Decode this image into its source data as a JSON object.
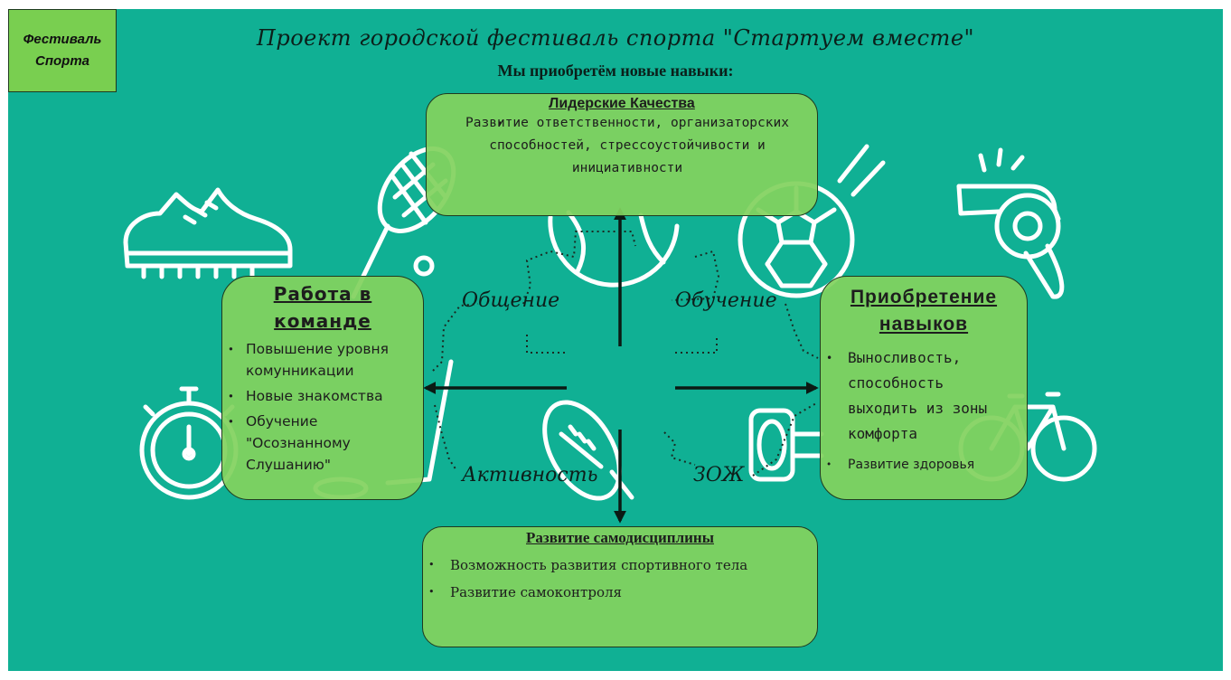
{
  "title": "Проект городской фестиваль спорта \"Стартуем вместе\"",
  "subtitle": "Мы приобретём новые навыки:",
  "center": {
    "line1": "Фестиваль",
    "line2": "Спорта"
  },
  "boxes": {
    "top": {
      "title": "Лидерские Качества",
      "items": [
        "Развитие ответственности, организаторских способностей, стрессоустойчивости и инициативности"
      ]
    },
    "left": {
      "title": "Работа в команде",
      "items": [
        "Повышение уровня комунникации",
        "Новые знакомства",
        "Обучение \"Осознанному Слушанию\""
      ]
    },
    "right": {
      "title": "Приобретение навыков",
      "items": [
        "Выносливость, способность выходить из зоны комфорта",
        "Развитие здоровья"
      ]
    },
    "bottom": {
      "title": "Развитие самодисциплины",
      "items": [
        "Возможность развития спортивного тела",
        "Развитие самоконтроля"
      ]
    }
  },
  "connector_labels": {
    "top_left": "Общение",
    "top_right": "Обучение",
    "bottom_left": "Активность",
    "bottom_right": "ЗОЖ"
  },
  "icons": [
    "sneaker-icon",
    "tennis-racket-icon",
    "basketball-icon",
    "soccer-ball-icon",
    "whistle-icon",
    "stopwatch-icon",
    "american-football-icon",
    "dumbbell-icon",
    "bicycle-icon",
    "hockey-stick-icon"
  ],
  "colors": {
    "background": "#10b094",
    "box_fill": "#82d25f",
    "center_fill": "#79cf50",
    "line_art": "#ffffff",
    "arrows": "#0b1a14"
  }
}
